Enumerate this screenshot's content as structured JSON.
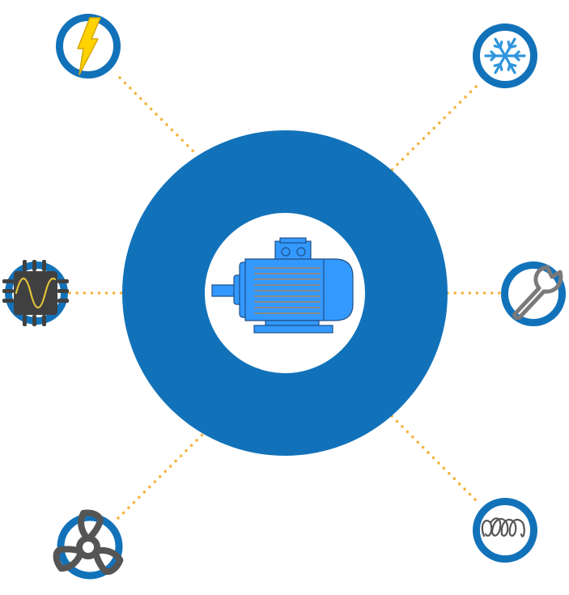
{
  "colors": {
    "ring": "#1272b9",
    "motor_fill": "#3399ff",
    "motor_stroke": "#1f4f85",
    "motor_fins": "#8a8a8a",
    "connector": "#f5b43c",
    "bolt": "#ffd200",
    "bolt_stroke": "#d6a500",
    "snowflake": "#2f95dd",
    "chip_body": "#404040",
    "chip_wave": "#e3c33a",
    "dark_icon": "#555555",
    "wrench": "#7a7a7a"
  },
  "center": {
    "icon": "electric-motor-icon"
  },
  "satellites": [
    {
      "name": "power-node",
      "icon": "lightning-bolt-icon"
    },
    {
      "name": "cooling-node",
      "icon": "snowflake-icon"
    },
    {
      "name": "electronics-node",
      "icon": "microchip-sine-wave-icon"
    },
    {
      "name": "maintenance-node",
      "icon": "wrench-icon"
    },
    {
      "name": "ventilation-node",
      "icon": "fan-icon"
    },
    {
      "name": "heating-node",
      "icon": "heating-coil-icon"
    }
  ]
}
